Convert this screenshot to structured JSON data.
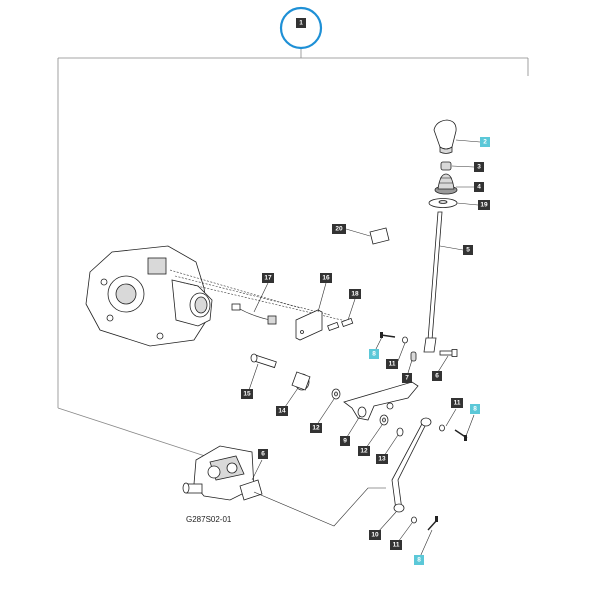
{
  "diagram": {
    "caption": "G287S02-01",
    "assembly_label": "1",
    "highlight_color": "#1e90d6",
    "label_colors": {
      "normal": "#333333",
      "highlighted": "#5bc8d8"
    },
    "labels": [
      {
        "id": "lbl-1",
        "text": "1",
        "highlight": false
      },
      {
        "id": "lbl-2",
        "text": "2",
        "highlight": true
      },
      {
        "id": "lbl-3",
        "text": "3",
        "highlight": false
      },
      {
        "id": "lbl-4",
        "text": "4",
        "highlight": false
      },
      {
        "id": "lbl-19",
        "text": "19",
        "highlight": false
      },
      {
        "id": "lbl-5",
        "text": "5",
        "highlight": false
      },
      {
        "id": "lbl-20",
        "text": "20",
        "highlight": false
      },
      {
        "id": "lbl-17",
        "text": "17",
        "highlight": false
      },
      {
        "id": "lbl-16",
        "text": "16",
        "highlight": false
      },
      {
        "id": "lbl-18",
        "text": "18",
        "highlight": false
      },
      {
        "id": "lbl-8a",
        "text": "8",
        "highlight": true
      },
      {
        "id": "lbl-11a",
        "text": "11",
        "highlight": false
      },
      {
        "id": "lbl-6a",
        "text": "6",
        "highlight": false
      },
      {
        "id": "lbl-7",
        "text": "7",
        "highlight": false
      },
      {
        "id": "lbl-15",
        "text": "15",
        "highlight": false
      },
      {
        "id": "lbl-14",
        "text": "14",
        "highlight": false
      },
      {
        "id": "lbl-12a",
        "text": "12",
        "highlight": false
      },
      {
        "id": "lbl-9",
        "text": "9",
        "highlight": false
      },
      {
        "id": "lbl-12b",
        "text": "12",
        "highlight": false
      },
      {
        "id": "lbl-13",
        "text": "13",
        "highlight": false
      },
      {
        "id": "lbl-11b",
        "text": "11",
        "highlight": false
      },
      {
        "id": "lbl-8b",
        "text": "8",
        "highlight": true
      },
      {
        "id": "lbl-6b",
        "text": "6",
        "highlight": false
      },
      {
        "id": "lbl-10",
        "text": "10",
        "highlight": false
      },
      {
        "id": "lbl-11c",
        "text": "11",
        "highlight": false
      },
      {
        "id": "lbl-8c",
        "text": "8",
        "highlight": true
      }
    ]
  }
}
